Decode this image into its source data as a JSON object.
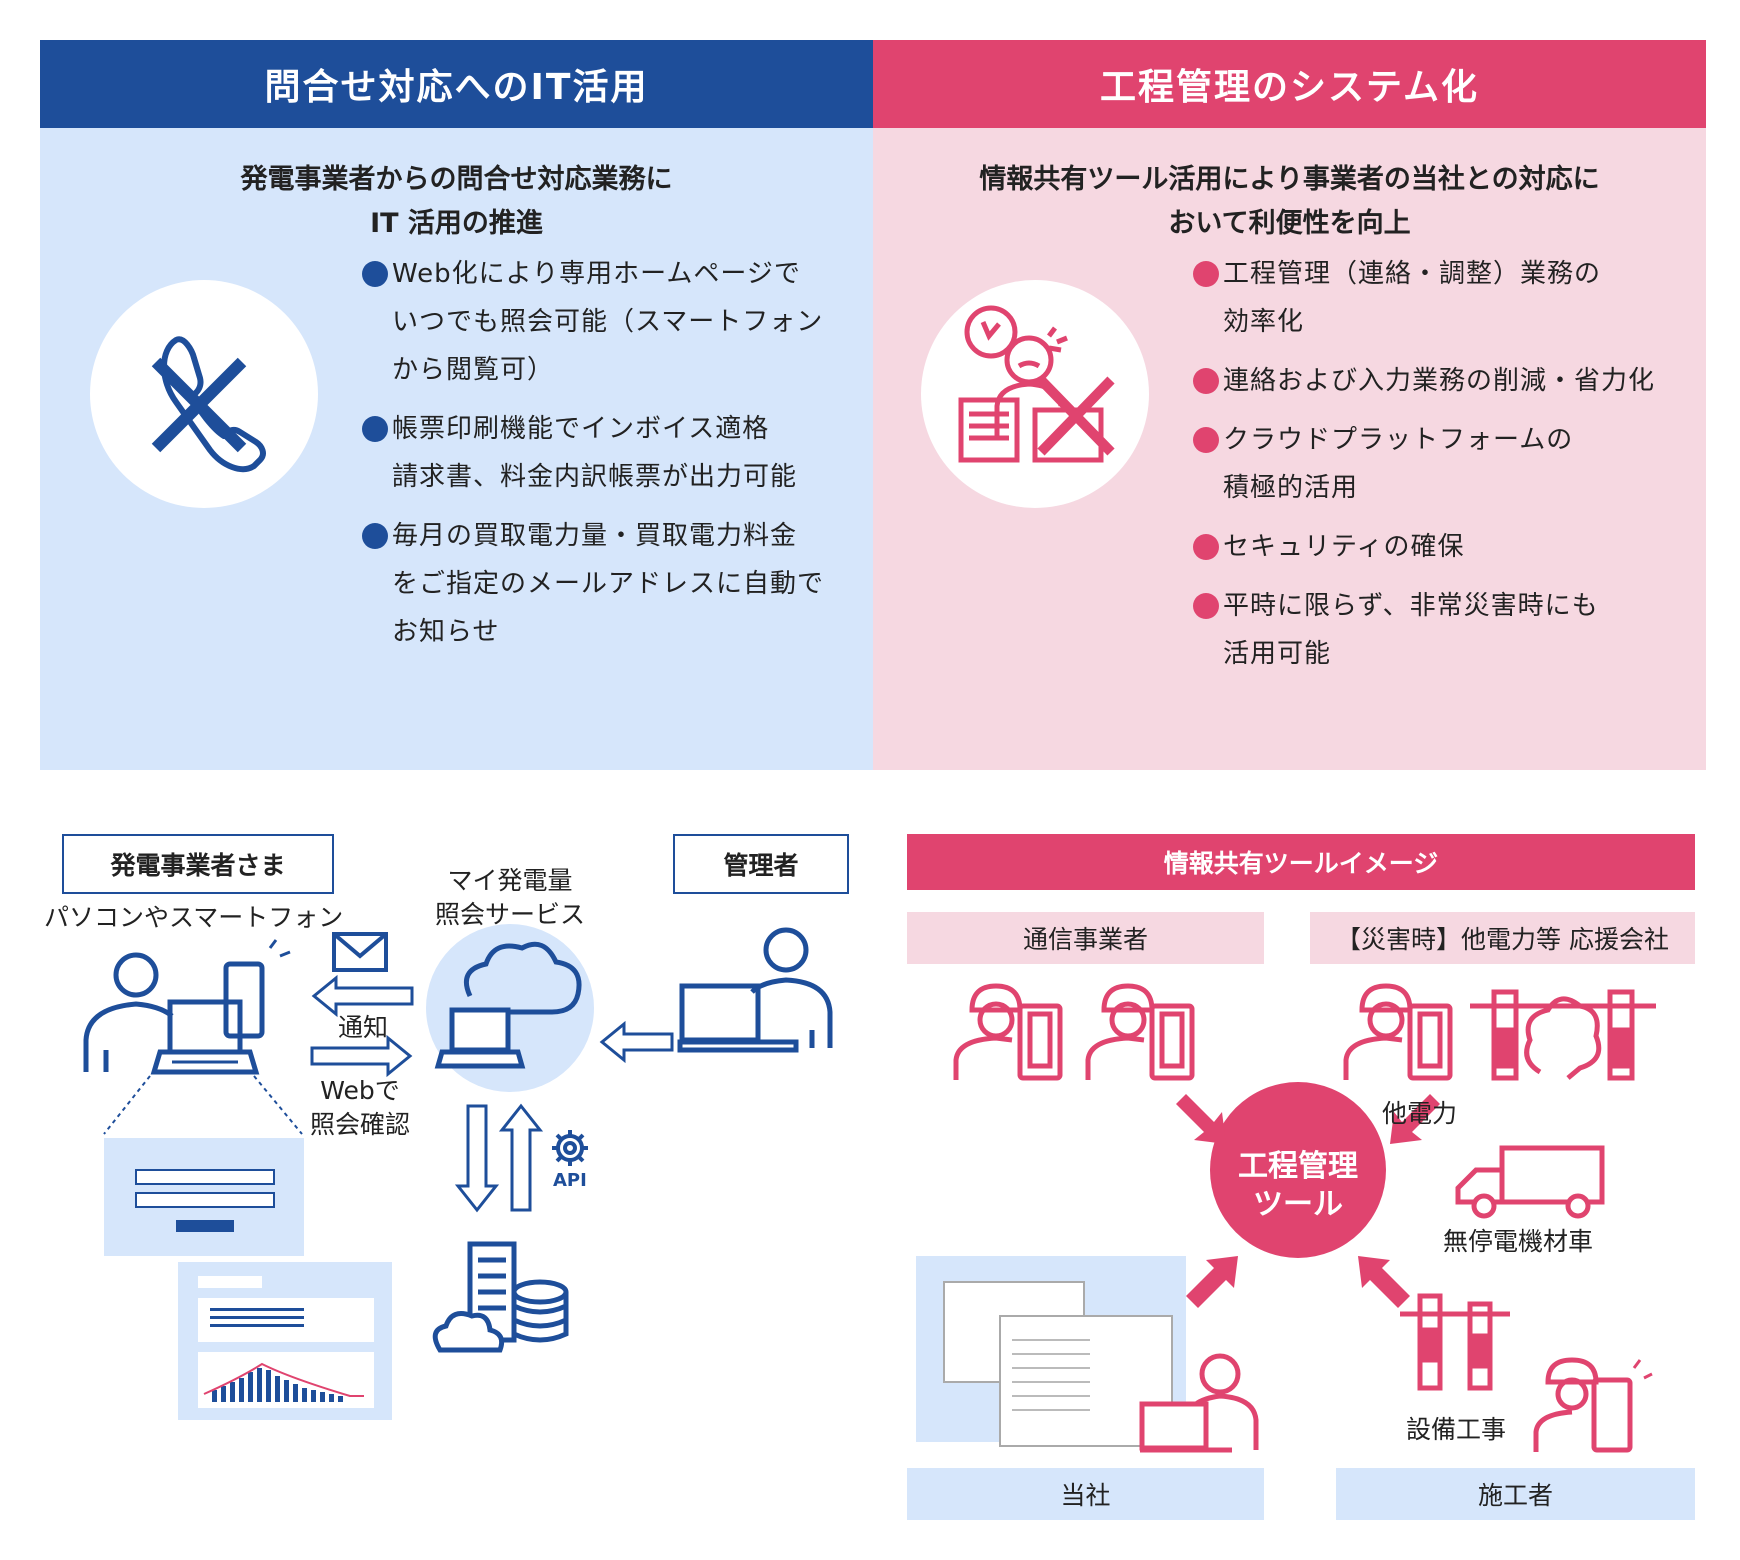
{
  "colors": {
    "blue": "#1e4e9a",
    "blue_light": "#d6e6fb",
    "pink": "#e0446f",
    "pink_light": "#f6d8e1",
    "pink_box": "#f6d8e1"
  },
  "left_panel": {
    "header": "問合せ対応へのIT活用",
    "subtitle_line1": "発電事業者からの問合せ対応業務に",
    "subtitle_line2": "IT 活用の推進",
    "bullets": [
      [
        "Web化により専用ホームページで",
        "いつでも照会可能（スマートフォン",
        "から閲覧可）"
      ],
      [
        "帳票印刷機能でインボイス適格",
        "請求書、料金内訳帳票が出力可能"
      ],
      [
        "毎月の買取電力量・買取電力料金",
        "をご指定のメールアドレスに自動で",
        "お知らせ"
      ]
    ],
    "icon": "phone-crossed-icon"
  },
  "right_panel": {
    "header": "工程管理のシステム化",
    "subtitle_line1": "情報共有ツール活用により事業者の当社との対応に",
    "subtitle_line2": "おいて利便性を向上",
    "bullets": [
      [
        "工程管理（連絡・調整）業務の",
        "効率化"
      ],
      [
        "連絡および入力業務の削減・省力化"
      ],
      [
        "クラウドプラットフォームの",
        "積極的活用"
      ],
      [
        "セキュリティの確保"
      ],
      [
        "平時に限らず、非常災害時にも",
        "活用可能"
      ]
    ],
    "icon": "busy-worker-crossed-icon"
  },
  "left_diagram": {
    "box_operator": "発電事業者さま",
    "operator_device": "パソコンやスマートフォン",
    "service_line1": "マイ発電量",
    "service_line2": "照会サービス",
    "box_admin": "管理者",
    "notify": "通知",
    "web_line1": "Webで",
    "web_line2": "照会確認",
    "api": "API"
  },
  "right_diagram": {
    "title": "情報共有ツールイメージ",
    "telecom": "通信事業者",
    "support": "【災害時】他電力等 応援会社",
    "other_power": "他電力",
    "tool_line1": "工程管理",
    "tool_line2": "ツール",
    "vehicle": "無停電機材車",
    "construction": "設備工事",
    "company": "当社",
    "contractor": "施工者"
  }
}
